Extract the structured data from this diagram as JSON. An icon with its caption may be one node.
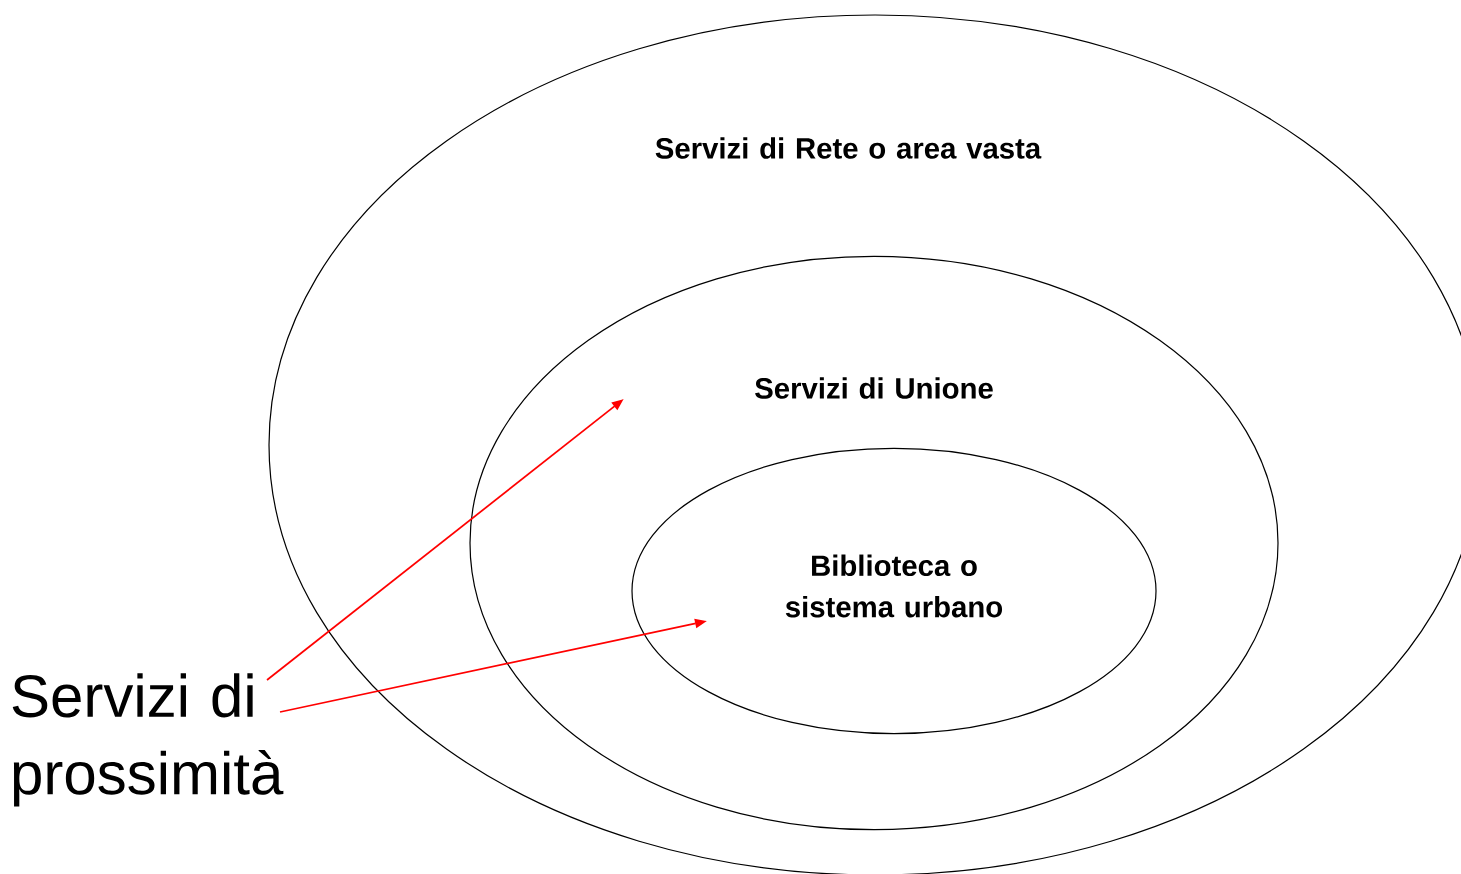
{
  "diagram": {
    "nodes": [
      {
        "text": [
          "Servizi di Rete o area vasta"
        ]
      },
      {
        "text": [
          "Servizi di Unione"
        ],
        "in": 0
      },
      {
        "text": [
          "Biblioteca o sistema urbano"
        ],
        "in": 1
      },
      {
        "text": [
          "Servizi di prossimità"
        ]
      }
    ],
    "edges": [
      {
        "from": 3,
        "to": 1,
        "arrow": "to",
        "color": "#ff0000"
      },
      {
        "from": 3,
        "to": 2,
        "arrow": "to",
        "color": "#ff0000"
      }
    ]
  }
}
